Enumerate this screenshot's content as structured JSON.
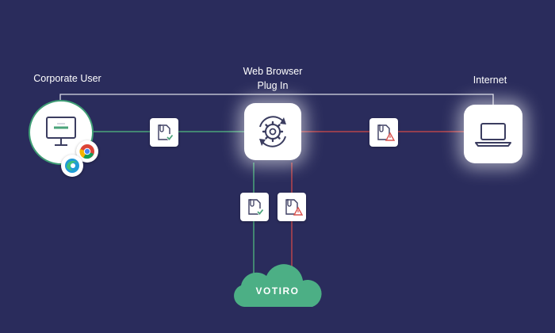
{
  "labels": {
    "corporate_user": "Corporate User",
    "plugin_line1": "Web Browser",
    "plugin_line2": "Plug In",
    "internet": "Internet",
    "votiro": "VOTIRO"
  },
  "colors": {
    "background": "#2a2c5c",
    "safe_line": "#4aa37a",
    "threat_line": "#b8454b",
    "neutral_line": "#d9dbe6",
    "cloud": "#4caf85"
  },
  "icons": {
    "user_node": "monitor-icon",
    "plugin_node": "gear-sync-icon",
    "internet_node": "laptop-icon",
    "safe_file": "file-check-icon",
    "threat_file": "file-warning-icon",
    "browser_a": "chrome-icon",
    "browser_b": "edge-icon"
  }
}
